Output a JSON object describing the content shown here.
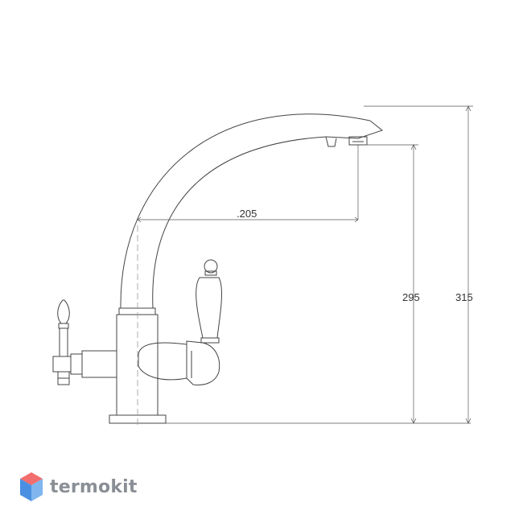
{
  "dimensions": {
    "reach": ".205",
    "spout_height": "295",
    "total_height": "315"
  },
  "brand": {
    "name": "termokit",
    "colors": {
      "cube_top": "#f26d6d",
      "cube_left": "#4a90e2",
      "cube_right": "#7fb6ee",
      "text": "#8a8f96"
    }
  },
  "colors": {
    "line": "#444444",
    "dim_line": "#555555"
  }
}
